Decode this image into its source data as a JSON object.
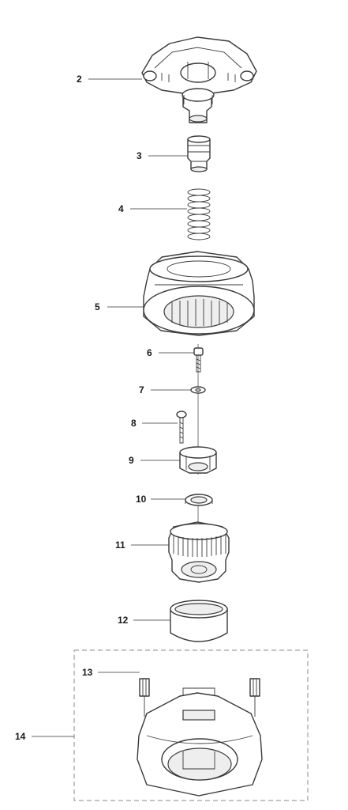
{
  "callouts": [
    {
      "id": "2",
      "label": "2"
    },
    {
      "id": "3",
      "label": "3"
    },
    {
      "id": "4",
      "label": "4"
    },
    {
      "id": "5",
      "label": "5"
    },
    {
      "id": "6",
      "label": "6"
    },
    {
      "id": "7",
      "label": "7"
    },
    {
      "id": "8",
      "label": "8"
    },
    {
      "id": "9",
      "label": "9"
    },
    {
      "id": "10",
      "label": "10"
    },
    {
      "id": "11",
      "label": "11"
    },
    {
      "id": "12",
      "label": "12"
    },
    {
      "id": "13",
      "label": "13"
    },
    {
      "id": "14",
      "label": "14"
    }
  ]
}
